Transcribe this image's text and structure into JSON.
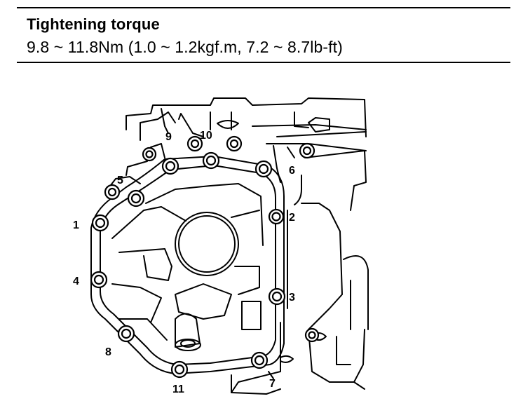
{
  "spec": {
    "title": "Tightening torque",
    "value": "9.8 ~ 11.8Nm (1.0 ~ 1.2kgf.m, 7.2 ~ 8.7lb-ft)"
  },
  "bolt_labels": [
    "1",
    "2",
    "3",
    "4",
    "5",
    "6",
    "7",
    "8",
    "9",
    "10",
    "11"
  ]
}
